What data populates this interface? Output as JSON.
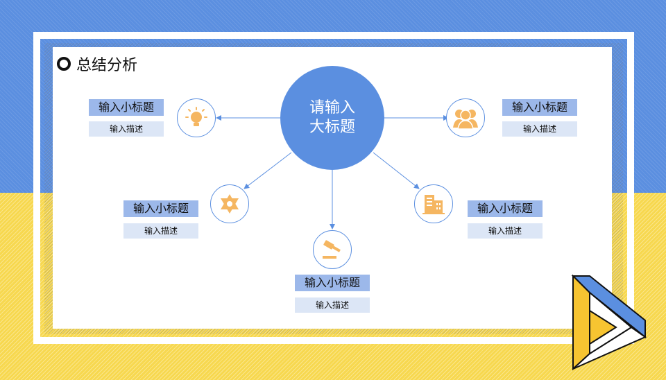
{
  "header": {
    "title": "总结分析"
  },
  "center": {
    "line1": "请输入",
    "line2": "大标题"
  },
  "nodes": [
    {
      "icon": "lightbulb-icon",
      "title": "输入小标题",
      "desc": "输入描述"
    },
    {
      "icon": "people-icon",
      "title": "输入小标题",
      "desc": "输入描述"
    },
    {
      "icon": "star-of-david-icon",
      "title": "输入小标题",
      "desc": "输入描述"
    },
    {
      "icon": "building-icon",
      "title": "输入小标题",
      "desc": "输入描述"
    },
    {
      "icon": "gavel-icon",
      "title": "输入小标题",
      "desc": "输入描述"
    }
  ],
  "colors": {
    "blue": "#5b8fe0",
    "yellow": "#f7d84f",
    "icon_orange": "#f5b661",
    "label_blue": "#9cb8ea",
    "label_light": "#dce6f6"
  }
}
